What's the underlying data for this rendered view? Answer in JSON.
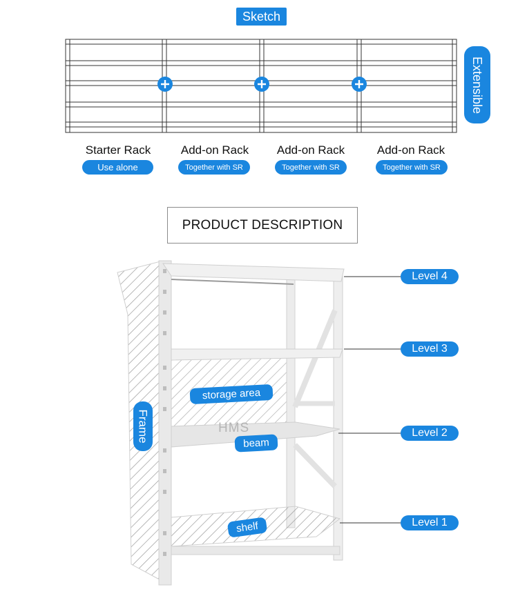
{
  "sketch": {
    "title": "Sketch",
    "side_label": "Extensible",
    "racks": [
      {
        "name": "Starter Rack",
        "tag": "Use alone"
      },
      {
        "name": "Add-on Rack",
        "tag": "Together with SR"
      },
      {
        "name": "Add-on Rack",
        "tag": "Together with SR"
      },
      {
        "name": "Add-on Rack",
        "tag": "Together with SR"
      }
    ]
  },
  "description": {
    "title": "PRODUCT DESCRIPTION",
    "levels": [
      "Level 4",
      "Level 3",
      "Level 2",
      "Level 1"
    ],
    "callouts": {
      "storage_area": "storage area",
      "beam": "beam",
      "shelf": "shelf",
      "frame": "Frame"
    },
    "watermark": "HMS"
  },
  "colors": {
    "accent": "#1a86df",
    "line": "#333333",
    "rack": "#eeeeee"
  }
}
